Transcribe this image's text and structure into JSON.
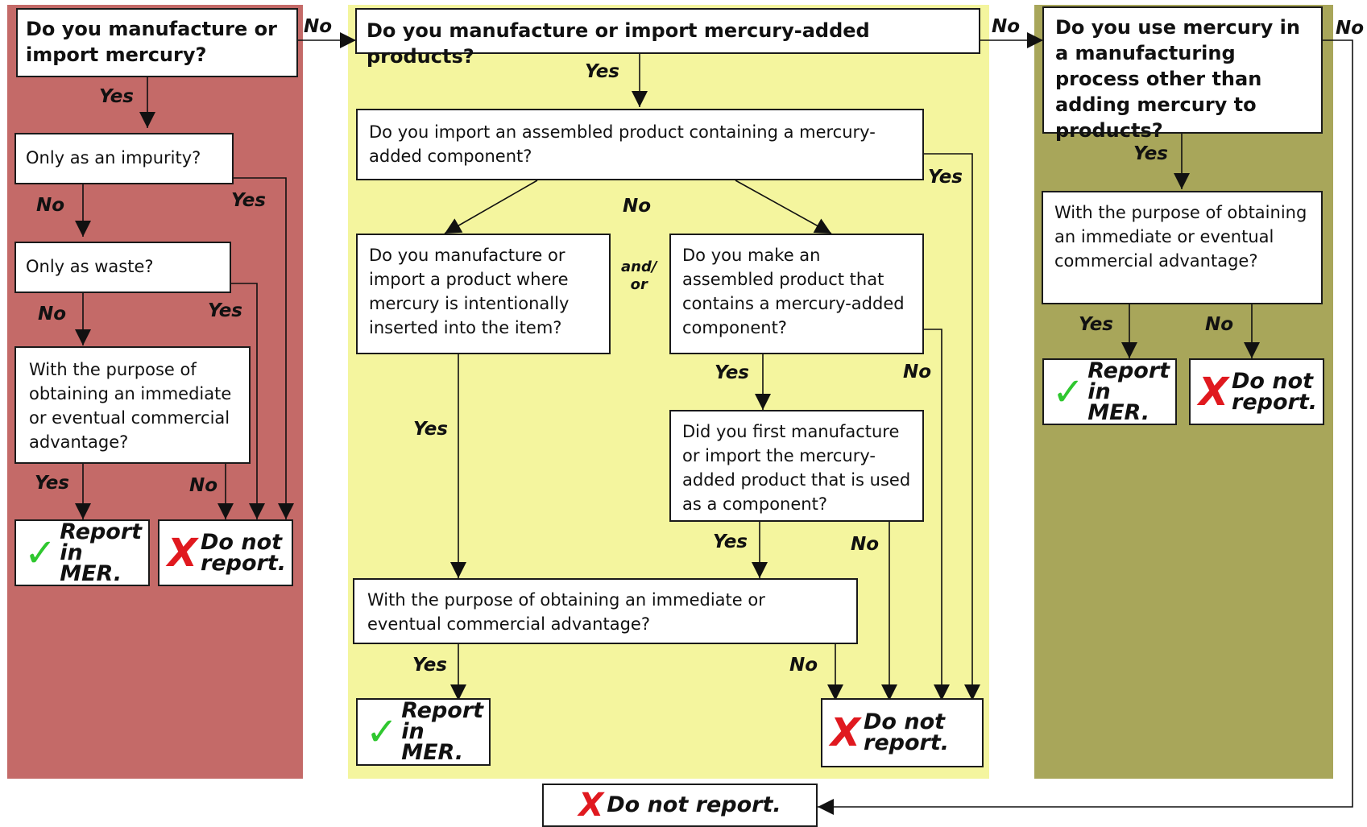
{
  "colors": {
    "panel_1": "#c46a68",
    "panel_2": "#f4f59e",
    "panel_3": "#a8a65a",
    "check": "#2fc72f",
    "cross": "#e0191f"
  },
  "col1": {
    "q_main": "Do you manufacture or import mercury?",
    "q_impurity": "Only as an impurity?",
    "q_waste": "Only as waste?",
    "q_purpose": "With the purpose of obtaining an immediate or eventual commercial advantage?",
    "report": "Report\nin MER.",
    "do_not": "Do not\nreport."
  },
  "col2": {
    "q_main": "Do you manufacture or import mercury-added products?",
    "q_assembled_import": "Do you import an assembled product containing a mercury-added component?",
    "q_intentional": "Do you manufacture or import a product where mercury is intentionally inserted into the item?",
    "q_make_assembled": "Do you make an assembled product that contains a mercury-added component?",
    "q_first": "Did you first manufacture or import the mercury-added product that is used as a component?",
    "q_purpose": "With the purpose of obtaining an immediate or eventual commercial advantage?",
    "andor": "and/\nor",
    "report": "Report\nin MER.",
    "do_not": "Do not\nreport."
  },
  "col3": {
    "q_main": "Do you use mercury in a manufacturing process other than adding mercury to products?",
    "q_purpose": "With the purpose of obtaining an immediate or eventual commercial advantage?",
    "report": "Report\nin MER.",
    "do_not": "Do not\nreport."
  },
  "bottom": {
    "do_not": "Do not report."
  },
  "labels": {
    "yes": "Yes",
    "no": "No"
  },
  "icons": {
    "check": "✓",
    "cross": "X"
  }
}
